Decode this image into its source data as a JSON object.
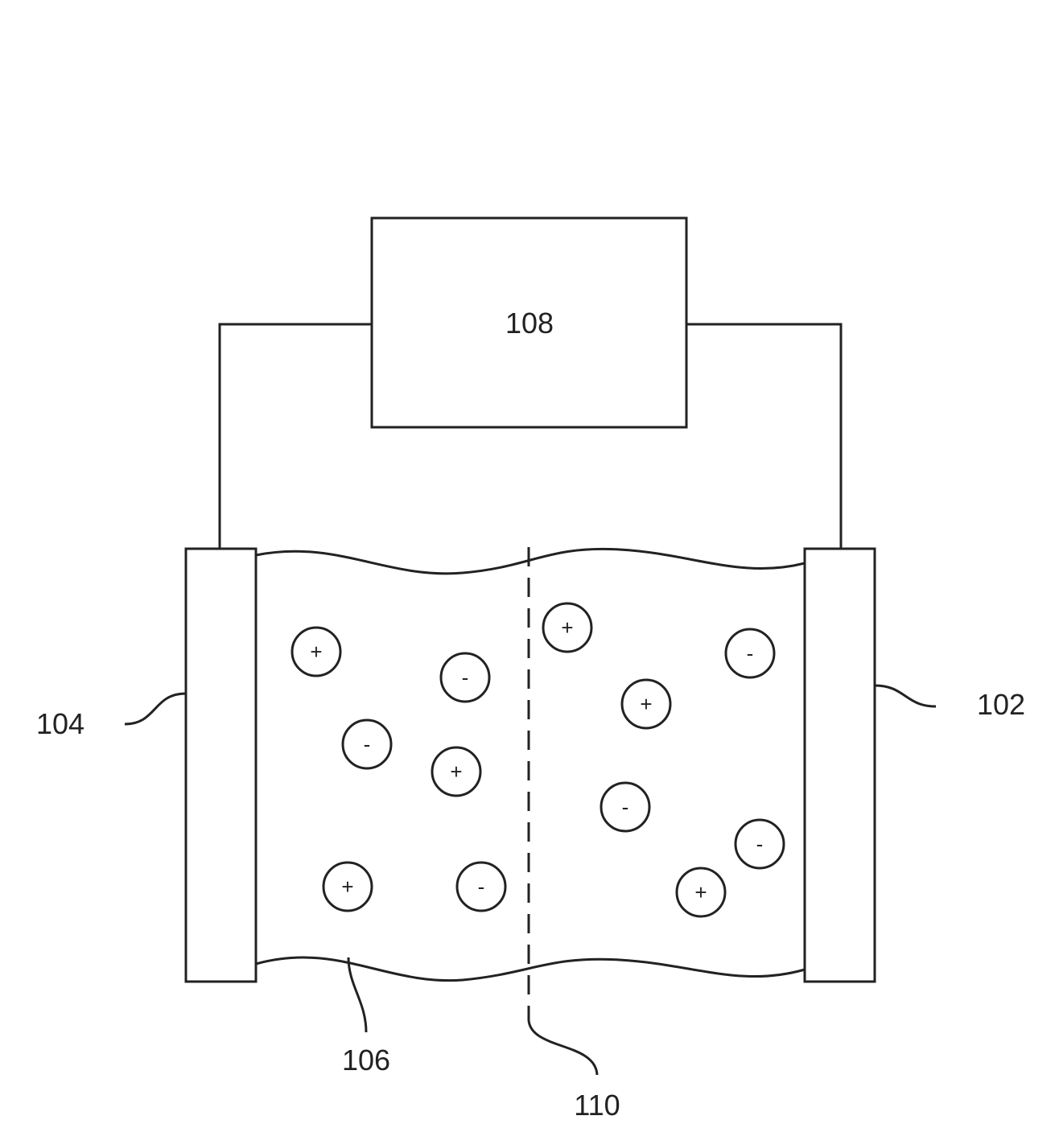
{
  "labels": {
    "power_unit": "108",
    "left_electrode": "104",
    "right_electrode": "102",
    "electrolyte": "106",
    "membrane": "110"
  },
  "ions": [
    {
      "sign": "+"
    },
    {
      "sign": "-"
    },
    {
      "sign": "-"
    },
    {
      "sign": "+"
    },
    {
      "sign": "+"
    },
    {
      "sign": "-"
    },
    {
      "sign": "+"
    },
    {
      "sign": "-"
    },
    {
      "sign": "+"
    },
    {
      "sign": "-"
    },
    {
      "sign": "-"
    },
    {
      "sign": "+"
    }
  ]
}
